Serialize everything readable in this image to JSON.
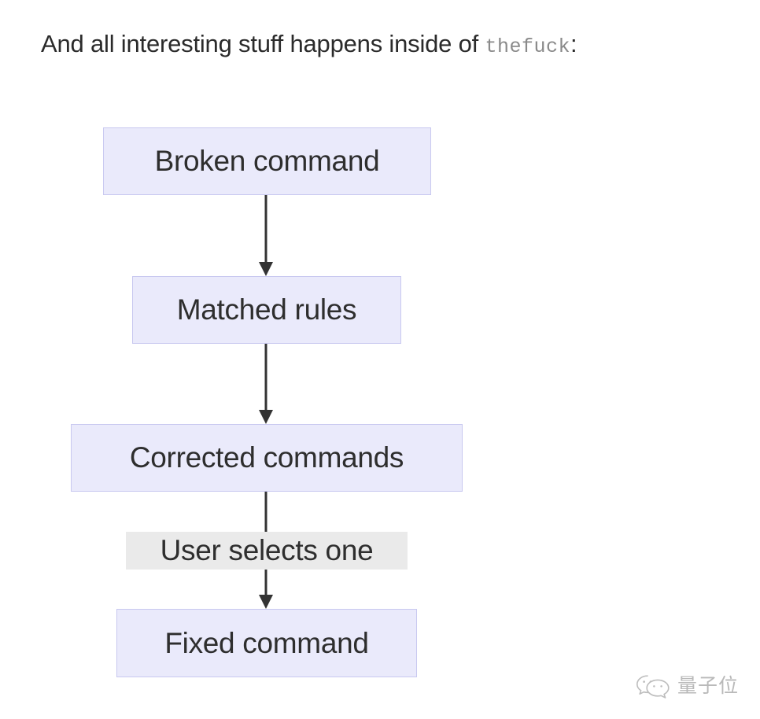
{
  "caption": {
    "before": "And all interesting stuff happens inside of ",
    "code": "thefuck",
    "after": ":"
  },
  "flowchart": {
    "type": "diagram",
    "direction": "top-to-bottom",
    "colors": {
      "node_fill": "#eaeafb",
      "node_border": "#c8c8f0",
      "node_text": "#2e2e2e",
      "edge_line": "#333333",
      "edge_label_fill": "#eaeaea",
      "background": "#ffffff"
    },
    "nodes": [
      {
        "id": "broken",
        "label": "Broken command"
      },
      {
        "id": "matched",
        "label": "Matched rules"
      },
      {
        "id": "corrected",
        "label": "Corrected commands"
      },
      {
        "id": "fixed",
        "label": "Fixed command"
      }
    ],
    "edges": [
      {
        "from": "broken",
        "to": "matched",
        "label": ""
      },
      {
        "from": "matched",
        "to": "corrected",
        "label": ""
      },
      {
        "from": "corrected",
        "to": "fixed",
        "label": "User selects one"
      }
    ]
  },
  "watermark": {
    "icon": "wechat-icon",
    "text": "量子位"
  }
}
